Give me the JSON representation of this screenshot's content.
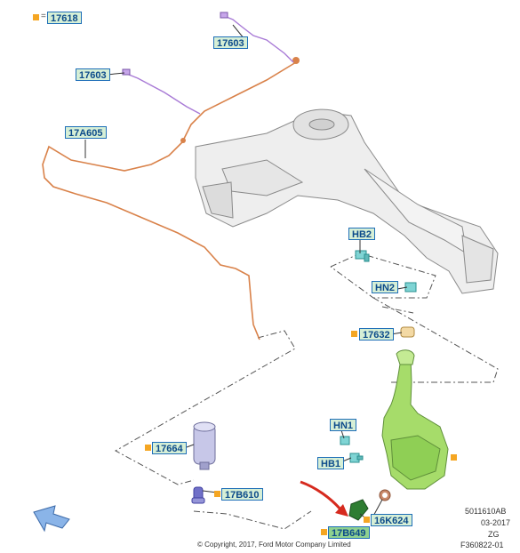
{
  "callouts": {
    "c17618": "17618",
    "c17603_top": "17603",
    "c17603_left": "17603",
    "c17A605": "17A605",
    "cHB2": "HB2",
    "cHN2": "HN2",
    "c17632": "17632",
    "cHN1": "HN1",
    "cHB1": "HB1",
    "c17664": "17664",
    "c17B610": "17B610",
    "c17B649": "17B649",
    "c16K624": "16K624"
  },
  "reference": {
    "code": "5011610AB",
    "date": "03-2017",
    "region": "ZG",
    "figure": "F360822-01"
  },
  "copyright": "© Copyright, 2017, Ford Motor Company Limited",
  "colors": {
    "hose": "#d9824a",
    "harness": "#a87ad6",
    "reservoir": "#a6dc6a",
    "callout_border": "#1f6fb8",
    "callout_fill": "#d6efd6",
    "marker": "#f5a623",
    "arrow_red": "#d62a1e",
    "view_arrow": "#8ab4e8"
  }
}
